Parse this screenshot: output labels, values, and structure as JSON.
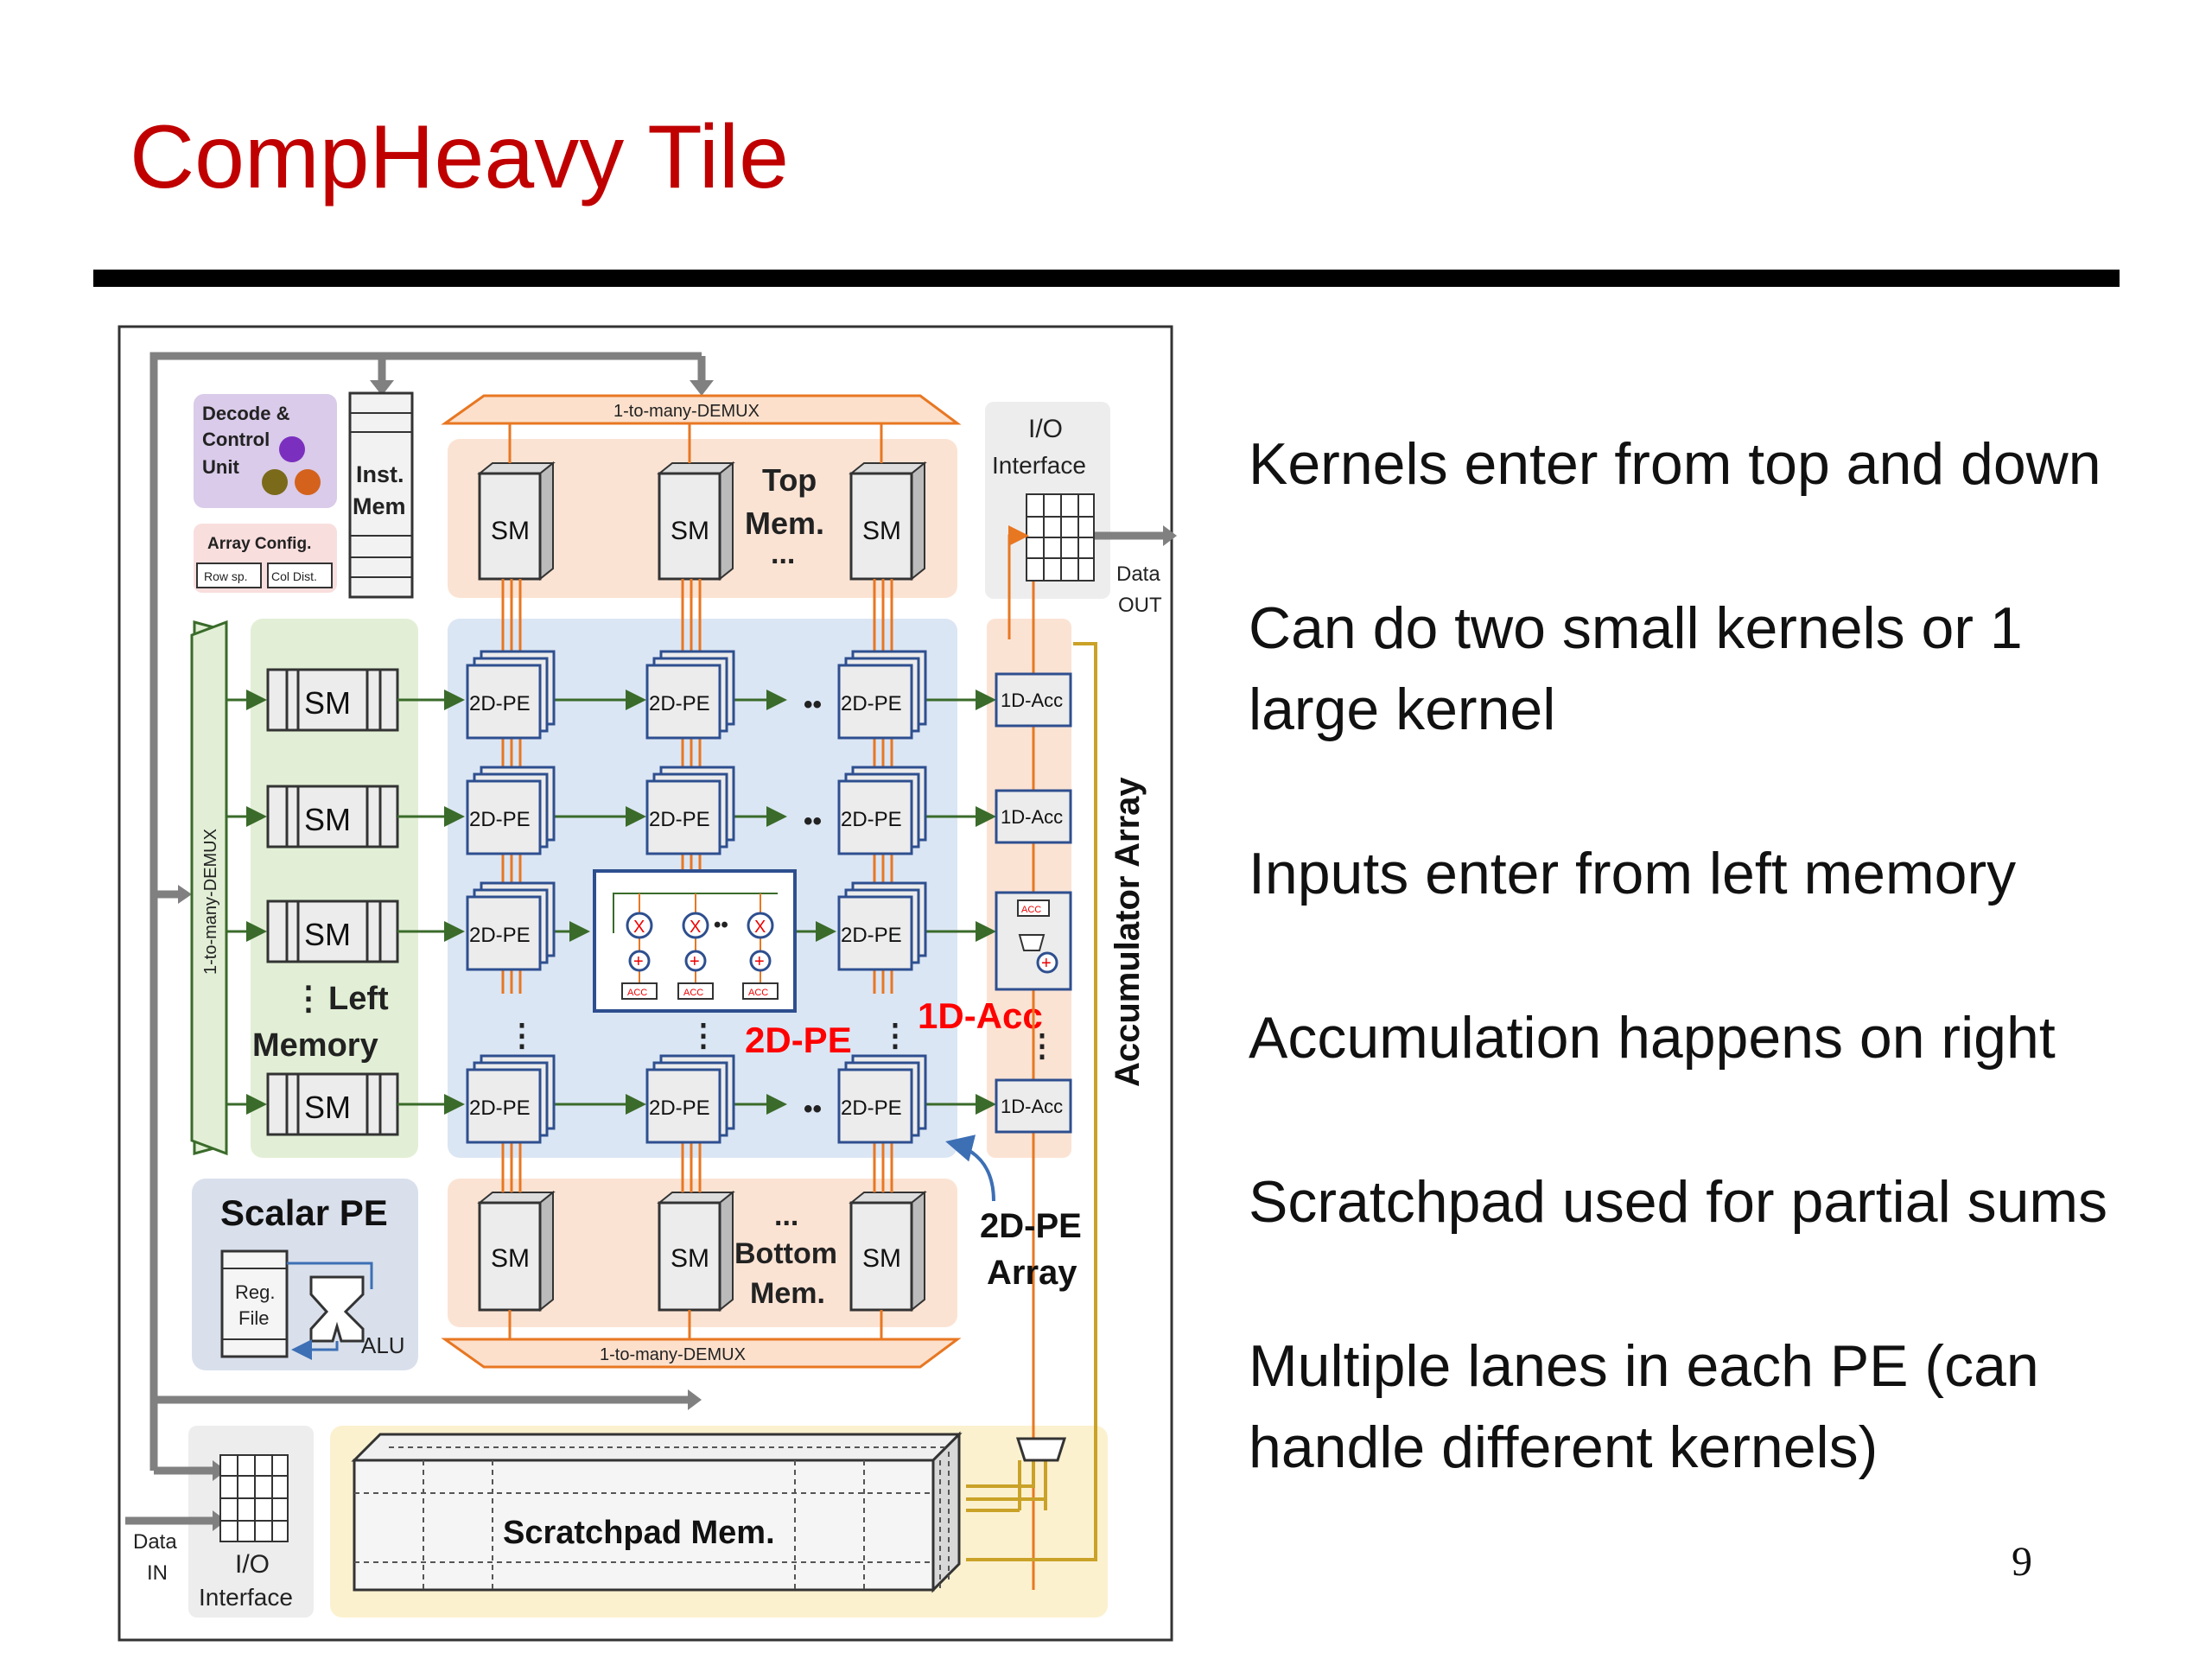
{
  "title": "CompHeavy Tile",
  "bullets": [
    "Kernels enter from top and down",
    "Can do two small kernels or 1",
    "large kernel",
    "Inputs enter from left memory",
    "Accumulation happens on right",
    "Scratchpad used for partial sums",
    "Multiple lanes in each PE (can",
    "handle different kernels)"
  ],
  "page_number": "9",
  "diagram": {
    "decode_unit": [
      "Decode &",
      "Control",
      "Unit"
    ],
    "inst_mem": [
      "Inst.",
      "Mem"
    ],
    "array_config": "Array Config.",
    "row_sp": "Row sp.",
    "col_dist": "Col Dist.",
    "demux_label": "1-to-many-DEMUX",
    "io_interface": [
      "I/O",
      "Interface"
    ],
    "data_out": [
      "Data",
      "OUT"
    ],
    "data_in": [
      "Data",
      "IN"
    ],
    "sm": "SM",
    "top_mem": [
      "Top",
      "Mem."
    ],
    "bottom_mem": [
      "Bottom",
      "Mem."
    ],
    "left_memory": [
      "Left",
      "Memory"
    ],
    "pe": "2D-PE",
    "acc": "1D-Acc",
    "acc_small": "ACC",
    "callout_pe": "2D-PE",
    "callout_acc": "1D-Acc",
    "accumulator_array": "Accumulator Array",
    "pe_array": [
      "2D-PE",
      "Array"
    ],
    "scalar_pe": "Scalar PE",
    "reg_file": [
      "Reg.",
      "File"
    ],
    "alu": "ALU",
    "scratchpad": "Scratchpad Mem.",
    "mult": "X",
    "add": "+",
    "ellipsis": "...",
    "dots": "••",
    "vdots": "⋮",
    "colors": {
      "title": "#c00000",
      "callout": "#ff0000",
      "orange": "#e87722",
      "green": "#3a6b2a",
      "blue": "#2e4f8f"
    }
  }
}
